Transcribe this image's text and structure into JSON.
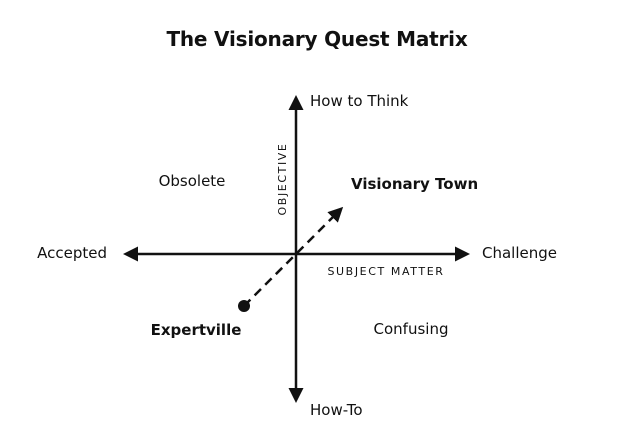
{
  "title": "The Visionary Quest Matrix",
  "axes": {
    "top": "How to Think",
    "bottom": "How-To",
    "left": "Accepted",
    "right": "Challenge",
    "vertical_label": "OBJECTIVE",
    "horizontal_label": "SUBJECT MATTER"
  },
  "quadrants": {
    "top_left": "Obsolete",
    "top_right": "Visionary Town",
    "bottom_left": "Expertville",
    "bottom_right": "Confusing"
  },
  "colors": {
    "ink": "#111111",
    "background": "#ffffff"
  }
}
